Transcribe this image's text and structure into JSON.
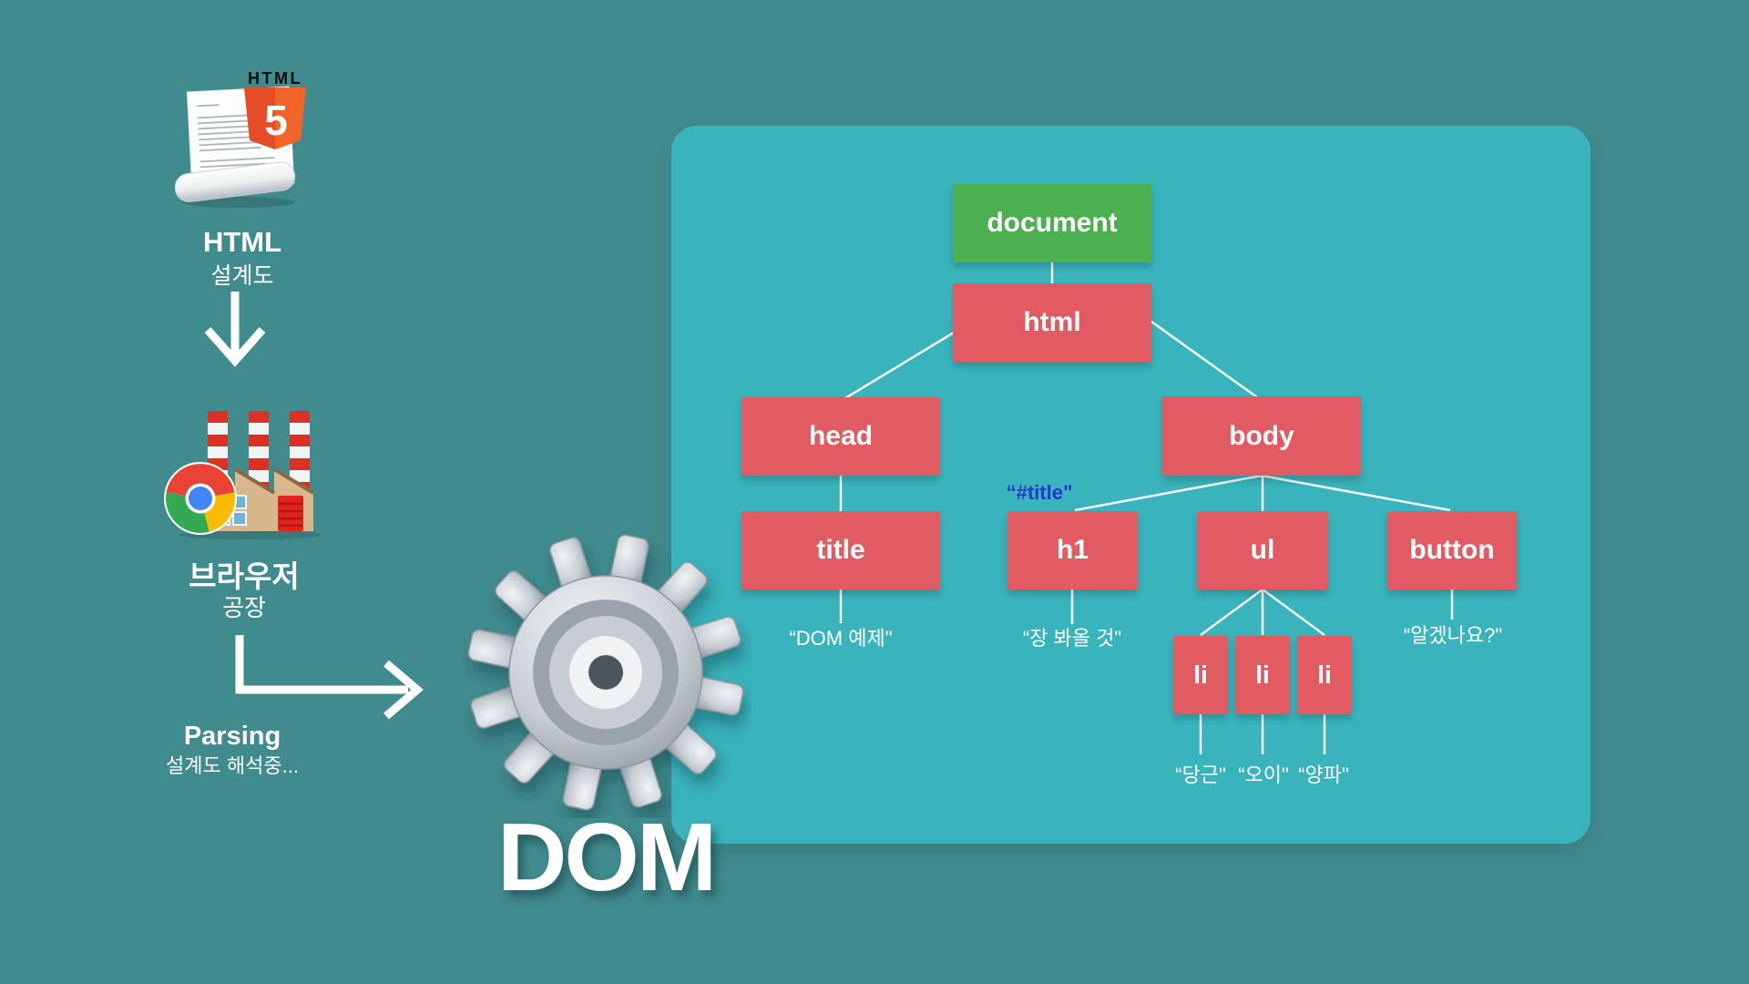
{
  "colors": {
    "background": "#408b8e",
    "panel": "#39b4bc",
    "node_red": "#e25b62",
    "node_green": "#4caf50",
    "selector_blue": "#2438cc",
    "line_white": "#ffffff"
  },
  "flow": {
    "doc_icon": {
      "badge_title": "HTML",
      "badge_number": "5"
    },
    "step1_title": "HTML",
    "step1_sub": "설계도",
    "step2_title": "브라우저",
    "step2_sub": "공장",
    "arrow_label_title": "Parsing",
    "arrow_label_sub": "설계도 해석중...",
    "result_title": "DOM"
  },
  "tree": {
    "nodes": {
      "document": "document",
      "html": "html",
      "head": "head",
      "body": "body",
      "title": "title",
      "h1": "h1",
      "ul": "ul",
      "button": "button"
    },
    "li_items": [
      "li",
      "li",
      "li"
    ],
    "values": {
      "title_text": "“DOM 예제\"",
      "h1_selector": "“#title\"",
      "h1_text": "“장 봐올 것\"",
      "button_text": "“알겠나요?\"",
      "li1_text": "“당근\"",
      "li2_text": "“오이\"",
      "li3_text": "“양파\""
    }
  }
}
